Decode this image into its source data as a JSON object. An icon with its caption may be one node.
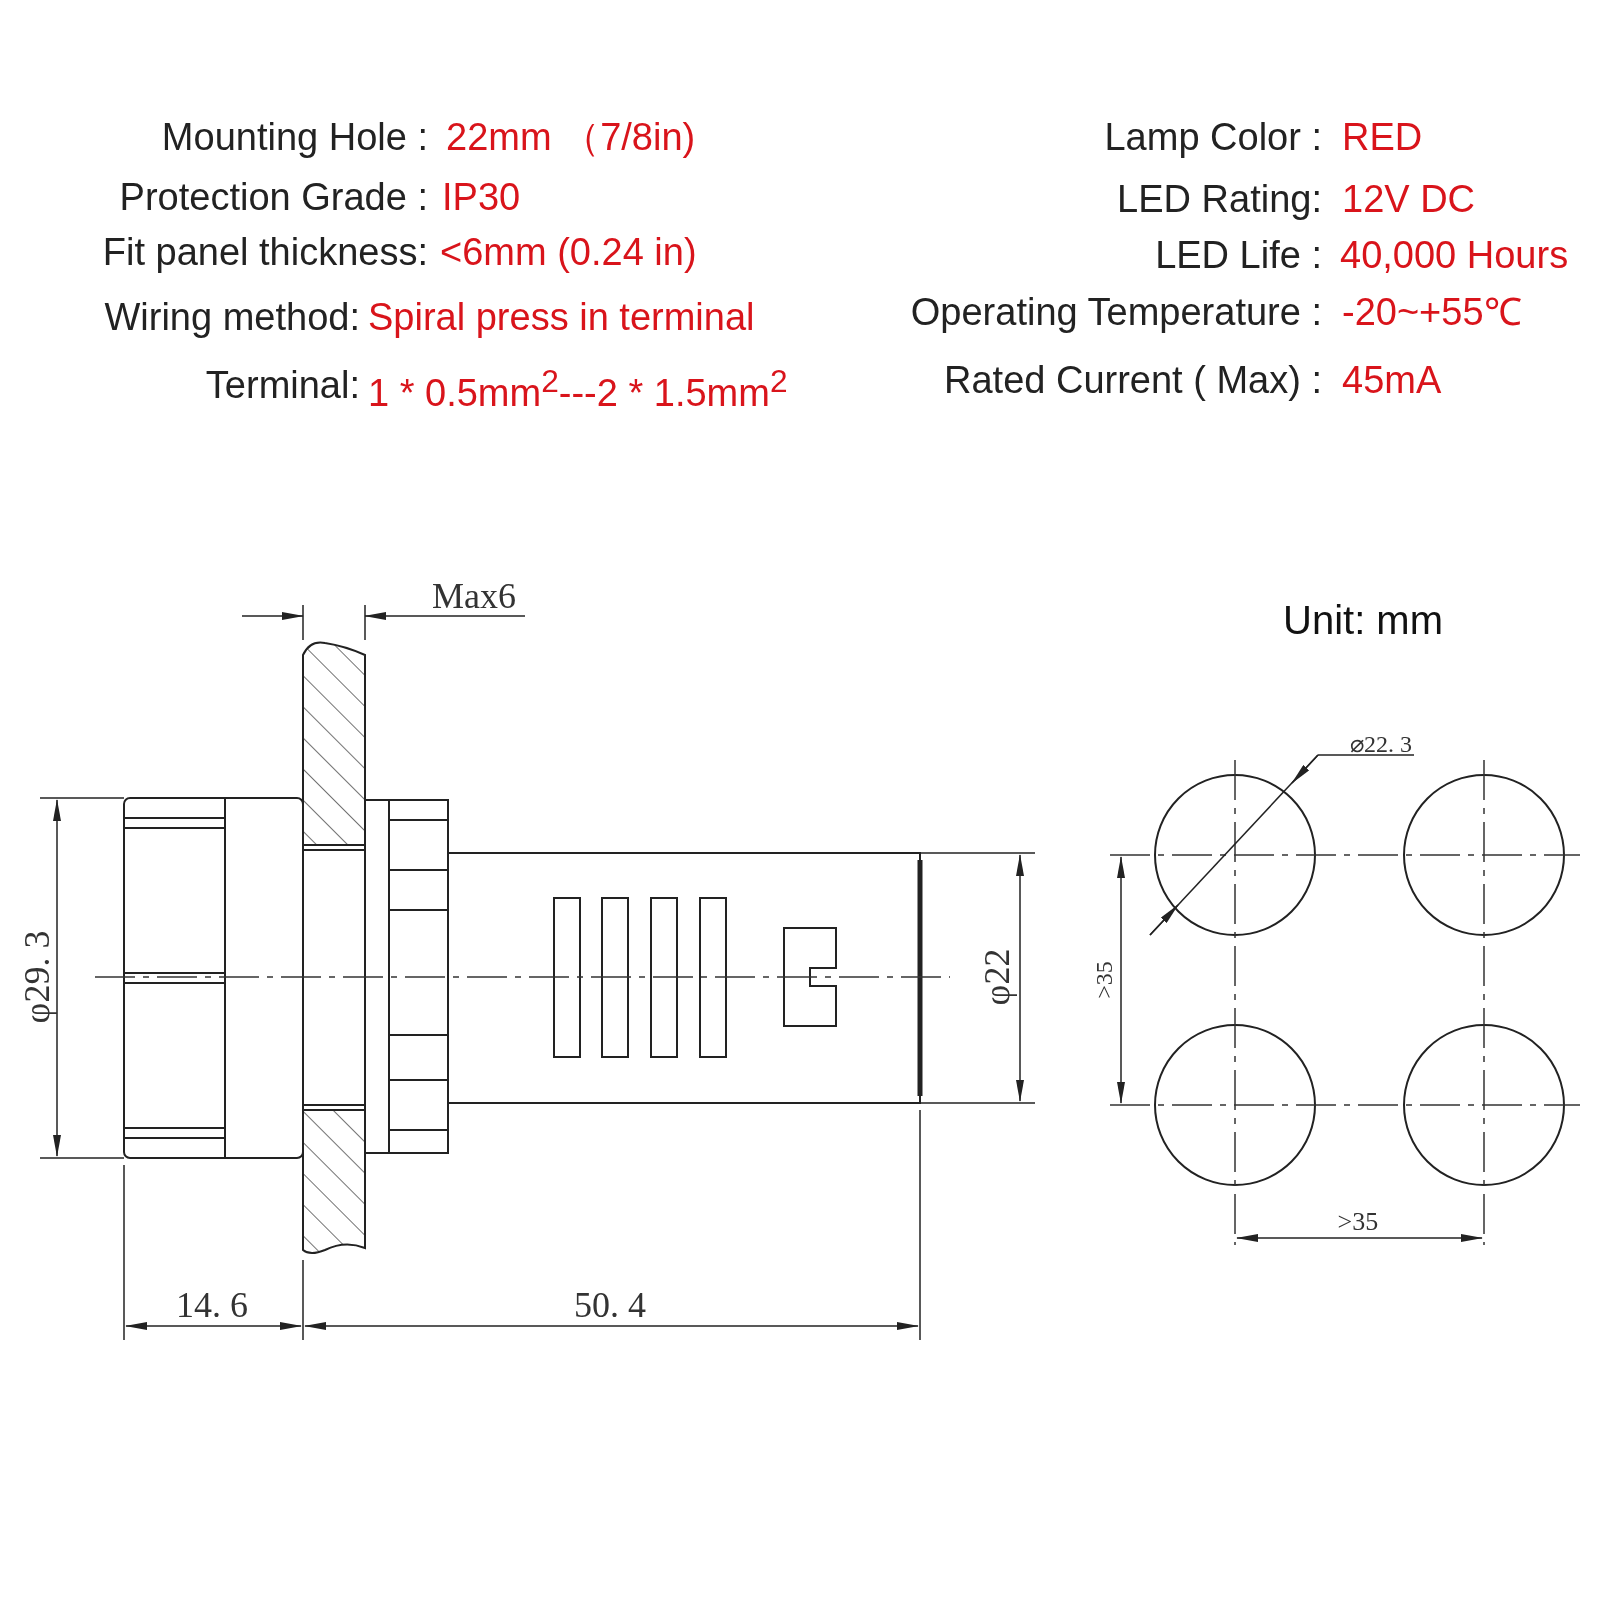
{
  "diagram": {
    "labels": [
      "Mounting Hole :",
      "22mm （7/8in)",
      "Lamp Color :",
      "RED",
      "Protection Grade :",
      "IP30",
      "LED  Rating:",
      "12V  DC",
      "Fit panel thickness:",
      "<6mm (0.24 in)",
      "LED Life :",
      "40,000 Hours",
      "Wiring method:",
      "Spiral press in terminal",
      "Operating Temperature :",
      "-20~+55℃",
      "Terminal:",
      "1 * 0.5mm$^{2}$---2 * 1.5mm$^{2}$",
      "Rated Current ( Max) :",
      "45mA",
      "Max6",
      "Unit: mm",
      "⌀22. 3",
      "φ29. 3",
      "φ22",
      ">35",
      "14. 6",
      "50. 4",
      ">35"
    ]
  }
}
